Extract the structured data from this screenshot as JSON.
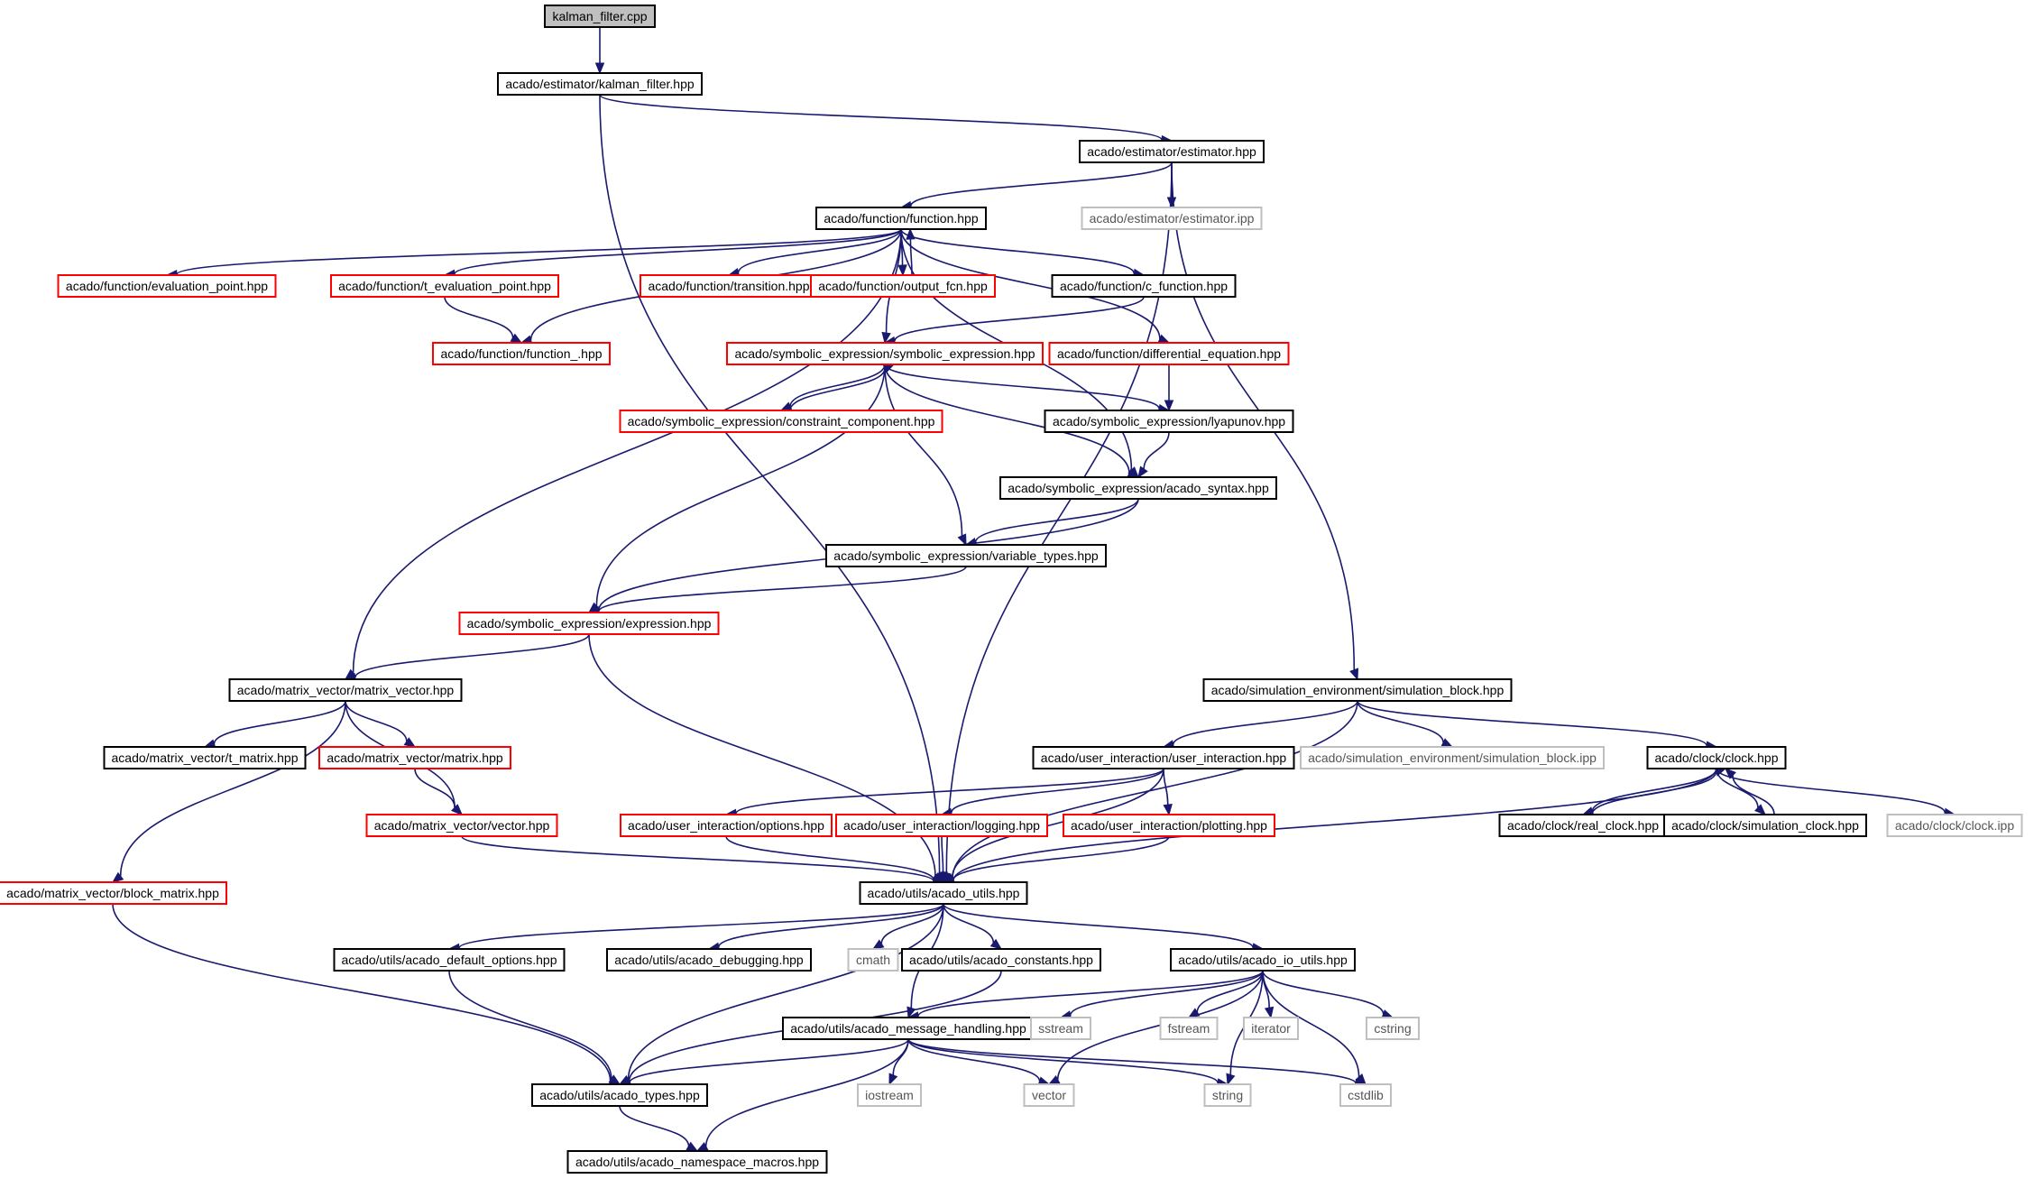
{
  "colors": {
    "edge": "#191970",
    "root_fill": "#bfbfbf",
    "normal_border": "#000000",
    "red_border": "#ff0000",
    "system_border": "#bfbfbf",
    "background": "#ffffff"
  },
  "nodes": [
    {
      "id": "n0",
      "label": "kalman_filter.cpp",
      "style": "root"
    },
    {
      "id": "n1",
      "label": "acado/estimator/kalman_filter.hpp",
      "style": "normal"
    },
    {
      "id": "n2",
      "label": "acado/estimator/estimator.hpp",
      "style": "normal"
    },
    {
      "id": "n3",
      "label": "acado/function/function.hpp",
      "style": "normal"
    },
    {
      "id": "n4",
      "label": "acado/estimator/estimator.ipp",
      "style": "system"
    },
    {
      "id": "n5",
      "label": "acado/function/evaluation_point.hpp",
      "style": "red"
    },
    {
      "id": "n6",
      "label": "acado/function/t_evaluation_point.hpp",
      "style": "red"
    },
    {
      "id": "n7",
      "label": "acado/function/transition.hpp",
      "style": "red"
    },
    {
      "id": "n8",
      "label": "acado/function/output_fcn.hpp",
      "style": "red"
    },
    {
      "id": "n9",
      "label": "acado/function/c_function.hpp",
      "style": "normal"
    },
    {
      "id": "n10",
      "label": "acado/function/function_.hpp",
      "style": "red"
    },
    {
      "id": "n11",
      "label": "acado/symbolic_expression/symbolic_expression.hpp",
      "style": "red"
    },
    {
      "id": "n12",
      "label": "acado/function/differential_equation.hpp",
      "style": "red"
    },
    {
      "id": "n13",
      "label": "acado/symbolic_expression/constraint_component.hpp",
      "style": "red"
    },
    {
      "id": "n14",
      "label": "acado/symbolic_expression/lyapunov.hpp",
      "style": "normal"
    },
    {
      "id": "n15",
      "label": "acado/symbolic_expression/acado_syntax.hpp",
      "style": "normal"
    },
    {
      "id": "n16",
      "label": "acado/symbolic_expression/variable_types.hpp",
      "style": "normal"
    },
    {
      "id": "n17",
      "label": "acado/symbolic_expression/expression.hpp",
      "style": "red"
    },
    {
      "id": "n18",
      "label": "acado/matrix_vector/matrix_vector.hpp",
      "style": "normal"
    },
    {
      "id": "n19",
      "label": "acado/simulation_environment/simulation_block.hpp",
      "style": "normal"
    },
    {
      "id": "n20",
      "label": "acado/matrix_vector/t_matrix.hpp",
      "style": "normal"
    },
    {
      "id": "n21",
      "label": "acado/matrix_vector/matrix.hpp",
      "style": "red"
    },
    {
      "id": "n22",
      "label": "acado/user_interaction/user_interaction.hpp",
      "style": "normal"
    },
    {
      "id": "n23",
      "label": "acado/simulation_environment/simulation_block.ipp",
      "style": "system"
    },
    {
      "id": "n24",
      "label": "acado/clock/clock.hpp",
      "style": "normal"
    },
    {
      "id": "n25",
      "label": "acado/matrix_vector/vector.hpp",
      "style": "red"
    },
    {
      "id": "n26",
      "label": "acado/user_interaction/options.hpp",
      "style": "red"
    },
    {
      "id": "n27",
      "label": "acado/user_interaction/logging.hpp",
      "style": "red"
    },
    {
      "id": "n28",
      "label": "acado/user_interaction/plotting.hpp",
      "style": "red"
    },
    {
      "id": "n29",
      "label": "acado/clock/real_clock.hpp",
      "style": "normal"
    },
    {
      "id": "n30",
      "label": "acado/clock/simulation_clock.hpp",
      "style": "normal"
    },
    {
      "id": "n31",
      "label": "acado/clock/clock.ipp",
      "style": "system"
    },
    {
      "id": "n32",
      "label": "acado/matrix_vector/block_matrix.hpp",
      "style": "red"
    },
    {
      "id": "n33",
      "label": "acado/utils/acado_utils.hpp",
      "style": "normal"
    },
    {
      "id": "n34",
      "label": "acado/utils/acado_default_options.hpp",
      "style": "normal"
    },
    {
      "id": "n35",
      "label": "acado/utils/acado_debugging.hpp",
      "style": "normal"
    },
    {
      "id": "n36",
      "label": "cmath",
      "style": "system"
    },
    {
      "id": "n37",
      "label": "acado/utils/acado_constants.hpp",
      "style": "normal"
    },
    {
      "id": "n38",
      "label": "acado/utils/acado_io_utils.hpp",
      "style": "normal"
    },
    {
      "id": "n39",
      "label": "acado/utils/acado_message_handling.hpp",
      "style": "normal"
    },
    {
      "id": "n40",
      "label": "sstream",
      "style": "system"
    },
    {
      "id": "n41",
      "label": "fstream",
      "style": "system"
    },
    {
      "id": "n42",
      "label": "iterator",
      "style": "system"
    },
    {
      "id": "n43",
      "label": "cstring",
      "style": "system"
    },
    {
      "id": "n44",
      "label": "acado/utils/acado_types.hpp",
      "style": "normal"
    },
    {
      "id": "n45",
      "label": "iostream",
      "style": "system"
    },
    {
      "id": "n46",
      "label": "vector",
      "style": "system"
    },
    {
      "id": "n47",
      "label": "string",
      "style": "system"
    },
    {
      "id": "n48",
      "label": "cstdlib",
      "style": "system"
    },
    {
      "id": "n49",
      "label": "acado/utils/acado_namespace_macros.hpp",
      "style": "normal"
    }
  ],
  "edges": [
    [
      "n0",
      "n1"
    ],
    [
      "n1",
      "n2"
    ],
    [
      "n1",
      "n33"
    ],
    [
      "n2",
      "n3"
    ],
    [
      "n2",
      "n4"
    ],
    [
      "n2",
      "n19"
    ],
    [
      "n2",
      "n33"
    ],
    [
      "n3",
      "n5"
    ],
    [
      "n3",
      "n6"
    ],
    [
      "n3",
      "n7"
    ],
    [
      "n3",
      "n8"
    ],
    [
      "n3",
      "n9"
    ],
    [
      "n3",
      "n10"
    ],
    [
      "n3",
      "n11"
    ],
    [
      "n3",
      "n12"
    ],
    [
      "n3",
      "n15"
    ],
    [
      "n3",
      "n18"
    ],
    [
      "n6",
      "n10"
    ],
    [
      "n8",
      "n3"
    ],
    [
      "n9",
      "n11"
    ],
    [
      "n12",
      "n14"
    ],
    [
      "n11",
      "n13"
    ],
    [
      "n13",
      "n11"
    ],
    [
      "n11",
      "n14"
    ],
    [
      "n11",
      "n15"
    ],
    [
      "n11",
      "n16"
    ],
    [
      "n11",
      "n17"
    ],
    [
      "n14",
      "n15"
    ],
    [
      "n15",
      "n16"
    ],
    [
      "n15",
      "n17"
    ],
    [
      "n16",
      "n17"
    ],
    [
      "n17",
      "n18"
    ],
    [
      "n17",
      "n33"
    ],
    [
      "n18",
      "n20"
    ],
    [
      "n18",
      "n21"
    ],
    [
      "n18",
      "n25"
    ],
    [
      "n18",
      "n32"
    ],
    [
      "n21",
      "n25"
    ],
    [
      "n25",
      "n33"
    ],
    [
      "n32",
      "n44"
    ],
    [
      "n19",
      "n22"
    ],
    [
      "n19",
      "n23"
    ],
    [
      "n19",
      "n24"
    ],
    [
      "n19",
      "n33"
    ],
    [
      "n22",
      "n26"
    ],
    [
      "n22",
      "n27"
    ],
    [
      "n22",
      "n28"
    ],
    [
      "n22",
      "n33"
    ],
    [
      "n26",
      "n33"
    ],
    [
      "n27",
      "n33"
    ],
    [
      "n28",
      "n33"
    ],
    [
      "n24",
      "n29"
    ],
    [
      "n29",
      "n24"
    ],
    [
      "n24",
      "n30"
    ],
    [
      "n30",
      "n24"
    ],
    [
      "n24",
      "n31"
    ],
    [
      "n24",
      "n33"
    ],
    [
      "n33",
      "n34"
    ],
    [
      "n33",
      "n35"
    ],
    [
      "n33",
      "n36"
    ],
    [
      "n33",
      "n37"
    ],
    [
      "n33",
      "n38"
    ],
    [
      "n33",
      "n39"
    ],
    [
      "n33",
      "n44"
    ],
    [
      "n34",
      "n44"
    ],
    [
      "n37",
      "n44"
    ],
    [
      "n38",
      "n39"
    ],
    [
      "n38",
      "n40"
    ],
    [
      "n38",
      "n41"
    ],
    [
      "n38",
      "n42"
    ],
    [
      "n38",
      "n43"
    ],
    [
      "n38",
      "n46"
    ],
    [
      "n38",
      "n47"
    ],
    [
      "n38",
      "n48"
    ],
    [
      "n39",
      "n44"
    ],
    [
      "n39",
      "n45"
    ],
    [
      "n39",
      "n46"
    ],
    [
      "n39",
      "n47"
    ],
    [
      "n39",
      "n48"
    ],
    [
      "n39",
      "n49"
    ],
    [
      "n44",
      "n49"
    ]
  ]
}
